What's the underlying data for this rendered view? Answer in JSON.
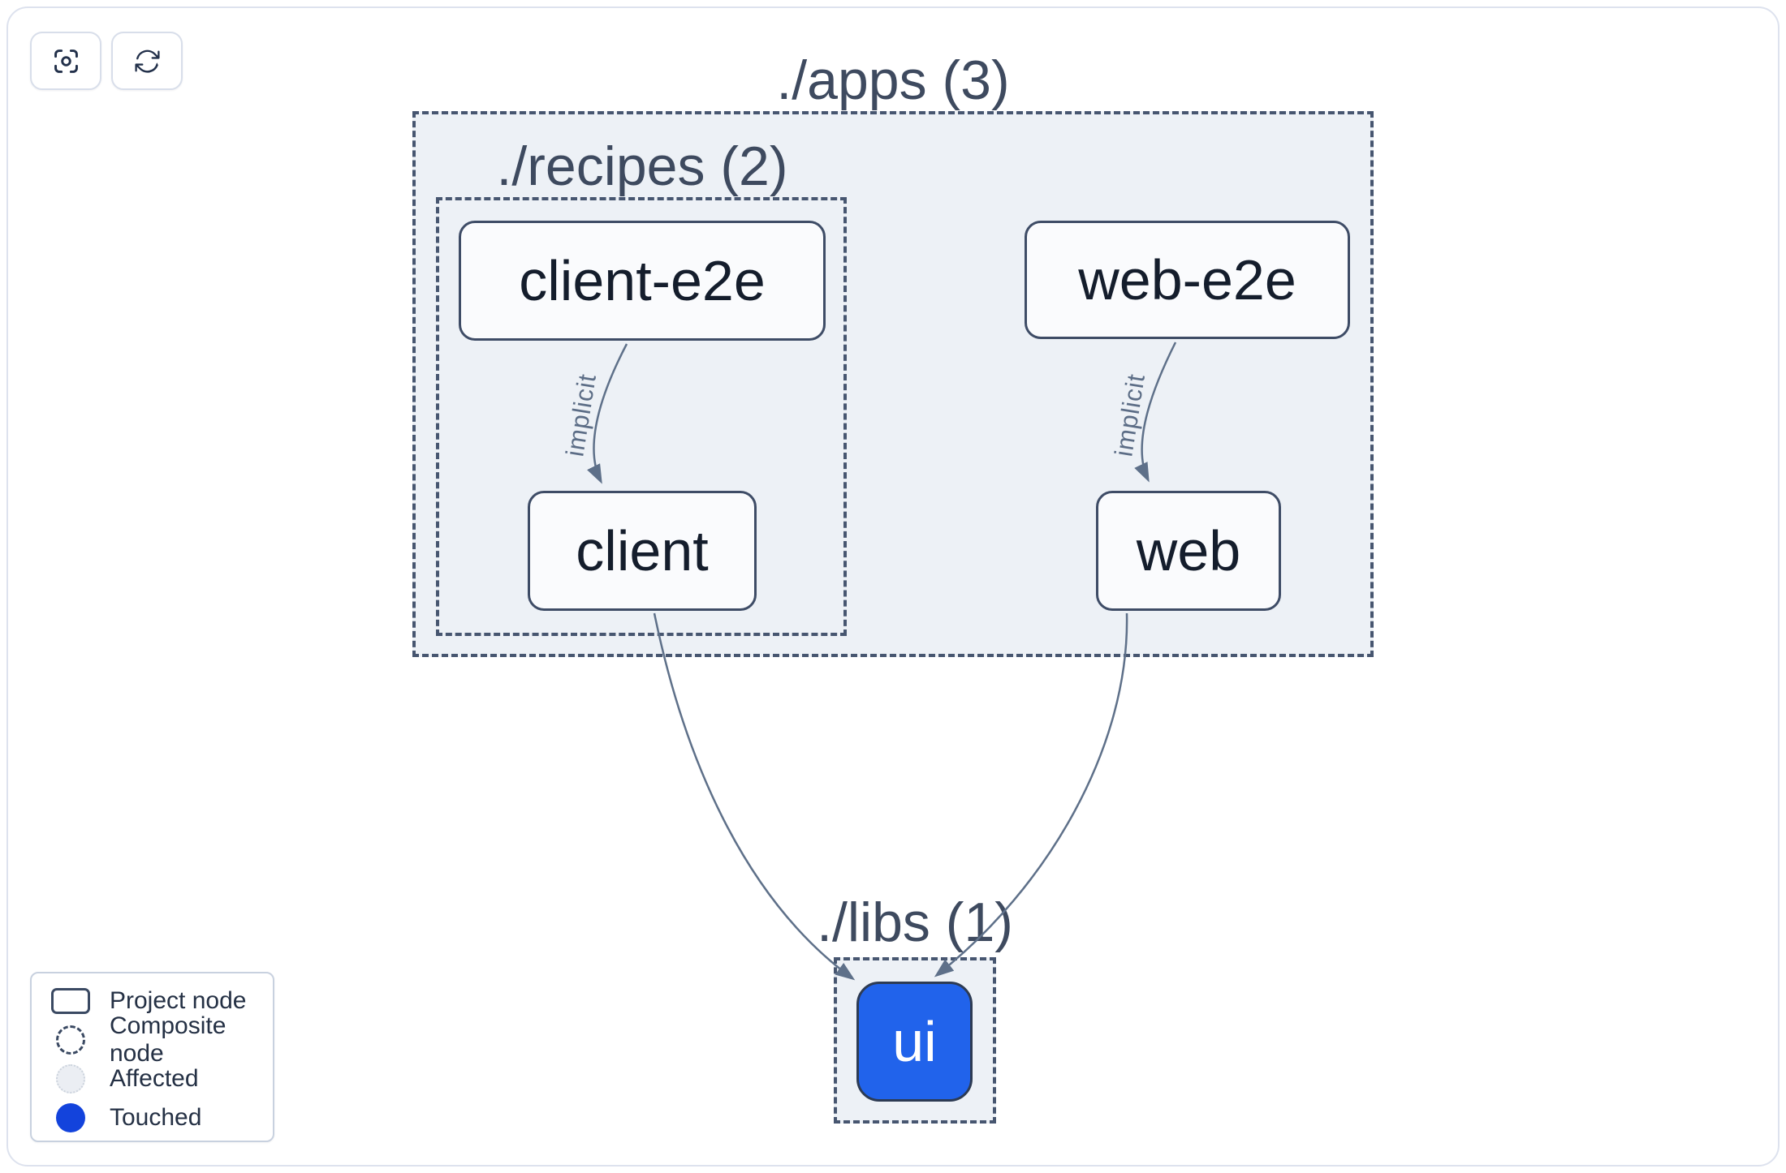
{
  "toolbar": {
    "buttons": [
      {
        "name": "focus",
        "icon": "focus-icon"
      },
      {
        "name": "refresh",
        "icon": "refresh-icon"
      }
    ]
  },
  "graph": {
    "groups": [
      {
        "id": "apps",
        "label": "./apps (3)"
      },
      {
        "id": "recipes",
        "label": "./recipes (2)"
      },
      {
        "id": "libs",
        "label": "./libs (1)"
      }
    ],
    "nodes": [
      {
        "id": "client-e2e",
        "label": "client-e2e",
        "state": "normal"
      },
      {
        "id": "client",
        "label": "client",
        "state": "normal"
      },
      {
        "id": "web-e2e",
        "label": "web-e2e",
        "state": "normal"
      },
      {
        "id": "web",
        "label": "web",
        "state": "normal"
      },
      {
        "id": "ui",
        "label": "ui",
        "state": "touched"
      }
    ],
    "edges": [
      {
        "from": "client-e2e",
        "to": "client",
        "label": "implicit"
      },
      {
        "from": "web-e2e",
        "to": "web",
        "label": "implicit"
      },
      {
        "from": "client",
        "to": "ui",
        "label": ""
      },
      {
        "from": "web",
        "to": "ui",
        "label": ""
      }
    ]
  },
  "legend": {
    "items": [
      {
        "label": "Project node"
      },
      {
        "label": "Composite node"
      },
      {
        "label": "Affected"
      },
      {
        "label": "Touched"
      }
    ]
  },
  "colors": {
    "touched_node_fill": "#2163eb",
    "legend_touched": "#1343dc",
    "group_fill": "#edf1f6",
    "dashed_border": "#475670",
    "edge": "#5e7089",
    "node_border": "#3e4c66",
    "node_fill": "#fafbfd",
    "page_border": "#dde2ee"
  }
}
